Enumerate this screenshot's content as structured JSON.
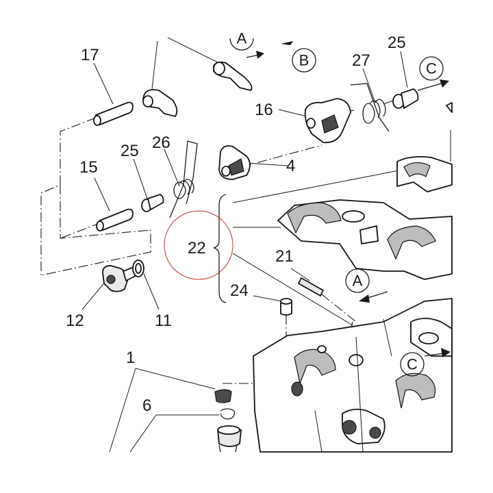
{
  "callouts": {
    "c1": "1",
    "c4": "4",
    "c6": "6",
    "c11": "11",
    "c12": "12",
    "c15": "15",
    "c16": "16",
    "c17": "17",
    "c21": "21",
    "c22": "22",
    "c24": "24",
    "c25_top": "25",
    "c25_mid": "25",
    "c26": "26",
    "c27": "27"
  },
  "circle_markers": {
    "a_top": "A",
    "b_top": "B",
    "c_top": "C",
    "a_mid": "A",
    "c_mid": "C"
  },
  "colors": {
    "line": "#1a1a1a",
    "highlight_circle": "#c0392b"
  }
}
